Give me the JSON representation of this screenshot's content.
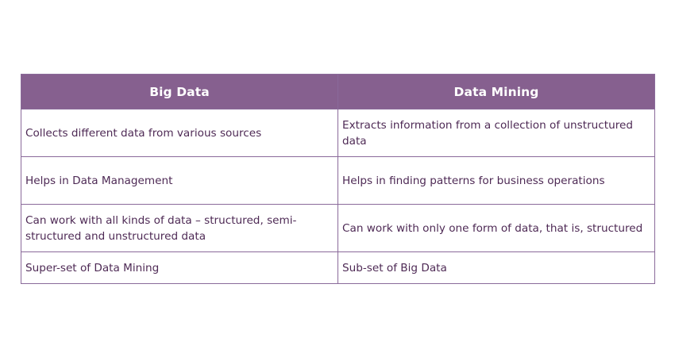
{
  "table": {
    "headers": [
      "Big Data",
      "Data Mining"
    ],
    "rows": [
      {
        "big_data": "Collects different data from various sources",
        "data_mining": "Extracts information from a collection of unstructured data"
      },
      {
        "big_data": "Helps in Data Management",
        "data_mining": "Helps in finding patterns for business operations"
      },
      {
        "big_data": "Can work with all kinds of data – structured, semi-structured and unstructured data",
        "data_mining": "Can work with only one form of data, that is, structured"
      },
      {
        "big_data": "Super-set of Data Mining",
        "data_mining": "Sub-set of Big Data"
      }
    ]
  },
  "colors": {
    "header_background": "#86608f",
    "header_text": "#ffffff",
    "border": "#8a6a9a",
    "body_text": "#4e2a55",
    "page_background": "#ffffff"
  }
}
